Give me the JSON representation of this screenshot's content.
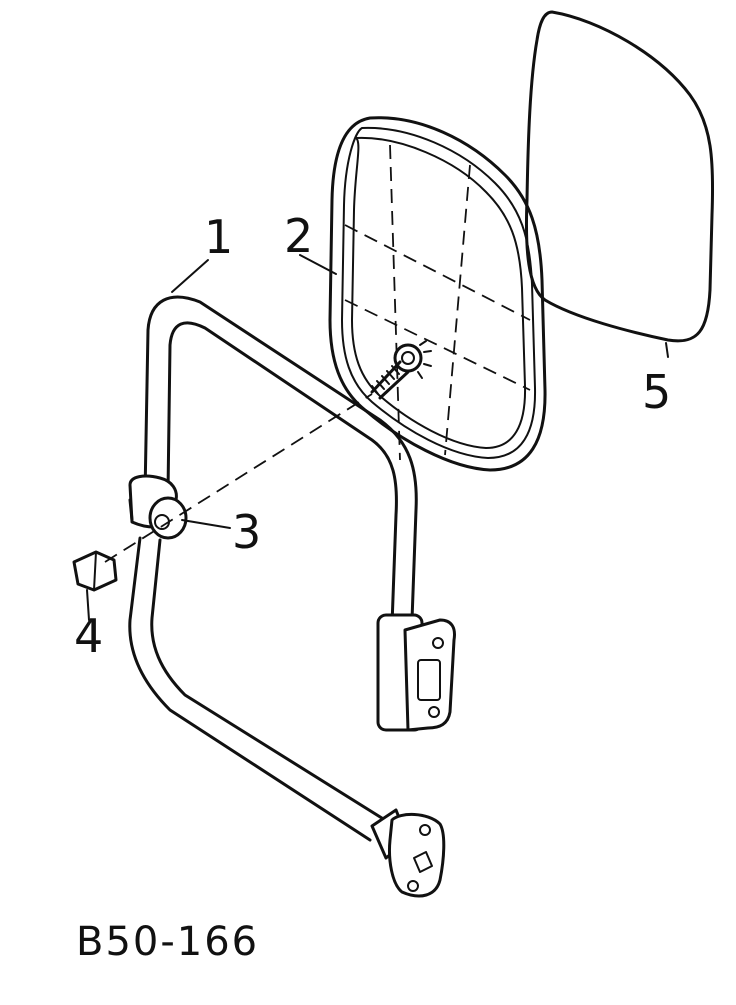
{
  "parts": [
    {
      "num": "1",
      "name": "mirror-arm"
    },
    {
      "num": "2",
      "name": "mirror-head"
    },
    {
      "num": "3",
      "name": "clamp"
    },
    {
      "num": "4",
      "name": "nut"
    },
    {
      "num": "5",
      "name": "mirror-glass"
    }
  ],
  "figure_code": "B50-166"
}
